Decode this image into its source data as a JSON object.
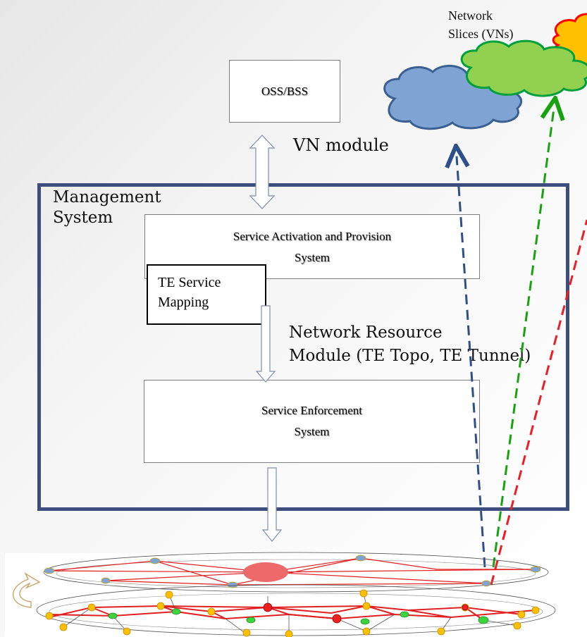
{
  "oss_bss": {
    "label": "OSS/BSS"
  },
  "vn_module": {
    "label": "VN module"
  },
  "management_system": {
    "label": "Management\nSystem",
    "border_color": "#3d4d7d"
  },
  "service_activation": {
    "label": "Service  Activation and Provision\nSystem"
  },
  "te_service_mapping": {
    "label": "TE Service\nMapping"
  },
  "network_resource_module": {
    "label": "Network Resource\nModule (TE Topo, TE Tunnel)"
  },
  "service_enforcement": {
    "label": "Service Enforcement\nSystem"
  },
  "network_slices": {
    "label": "Network\nSlices (VNs)",
    "clouds": [
      {
        "name": "slice-blue",
        "fill": "#7fa3d3",
        "stroke": "#3a5f92"
      },
      {
        "name": "slice-green",
        "fill": "#92d050",
        "stroke": "#00a03c"
      },
      {
        "name": "slice-yellow",
        "fill": "#ffc000",
        "stroke": "#ff0000"
      }
    ]
  },
  "dashed_links": [
    {
      "name": "blue-dashed-link",
      "color": "#2e4f8a"
    },
    {
      "name": "green-dashed-link",
      "color": "#17a30f"
    },
    {
      "name": "red-dashed-link",
      "color": "#ee1c24"
    }
  ],
  "network": {
    "link_color": "#e02020",
    "node_colors": {
      "orange": "#ffc000",
      "blue": "#7fa3d3",
      "green": "#3fd23f",
      "red": "#ee2020",
      "big": "#ee6a6a"
    }
  }
}
